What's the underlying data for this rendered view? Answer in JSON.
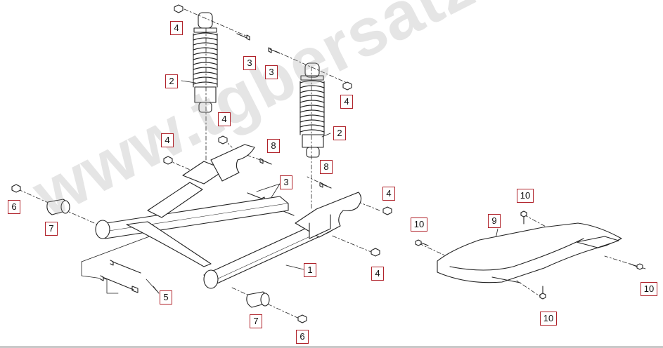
{
  "callouts": [
    {
      "id": "c-4a",
      "num": "4"
    },
    {
      "id": "c-3a",
      "num": "3"
    },
    {
      "id": "c-2a",
      "num": "2"
    },
    {
      "id": "c-3b",
      "num": "3"
    },
    {
      "id": "c-4b",
      "num": "4"
    },
    {
      "id": "c-4c",
      "num": "4"
    },
    {
      "id": "c-2b",
      "num": "2"
    },
    {
      "id": "c-4d",
      "num": "4"
    },
    {
      "id": "c-8a",
      "num": "8"
    },
    {
      "id": "c-8b",
      "num": "8"
    },
    {
      "id": "c-3c",
      "num": "3"
    },
    {
      "id": "c-4e",
      "num": "4"
    },
    {
      "id": "c-6a",
      "num": "6"
    },
    {
      "id": "c-7a",
      "num": "7"
    },
    {
      "id": "c-1",
      "num": "1"
    },
    {
      "id": "c-4f",
      "num": "4"
    },
    {
      "id": "c-5",
      "num": "5"
    },
    {
      "id": "c-7b",
      "num": "7"
    },
    {
      "id": "c-6b",
      "num": "6"
    },
    {
      "id": "c-10a",
      "num": "10"
    },
    {
      "id": "c-9",
      "num": "9"
    },
    {
      "id": "c-10b",
      "num": "10"
    },
    {
      "id": "c-10c",
      "num": "10"
    },
    {
      "id": "c-10d",
      "num": "10"
    }
  ],
  "watermark": "www.tgbersatzteile.de",
  "colors": {
    "callout_border": "#b0222a",
    "line": "#222222"
  }
}
